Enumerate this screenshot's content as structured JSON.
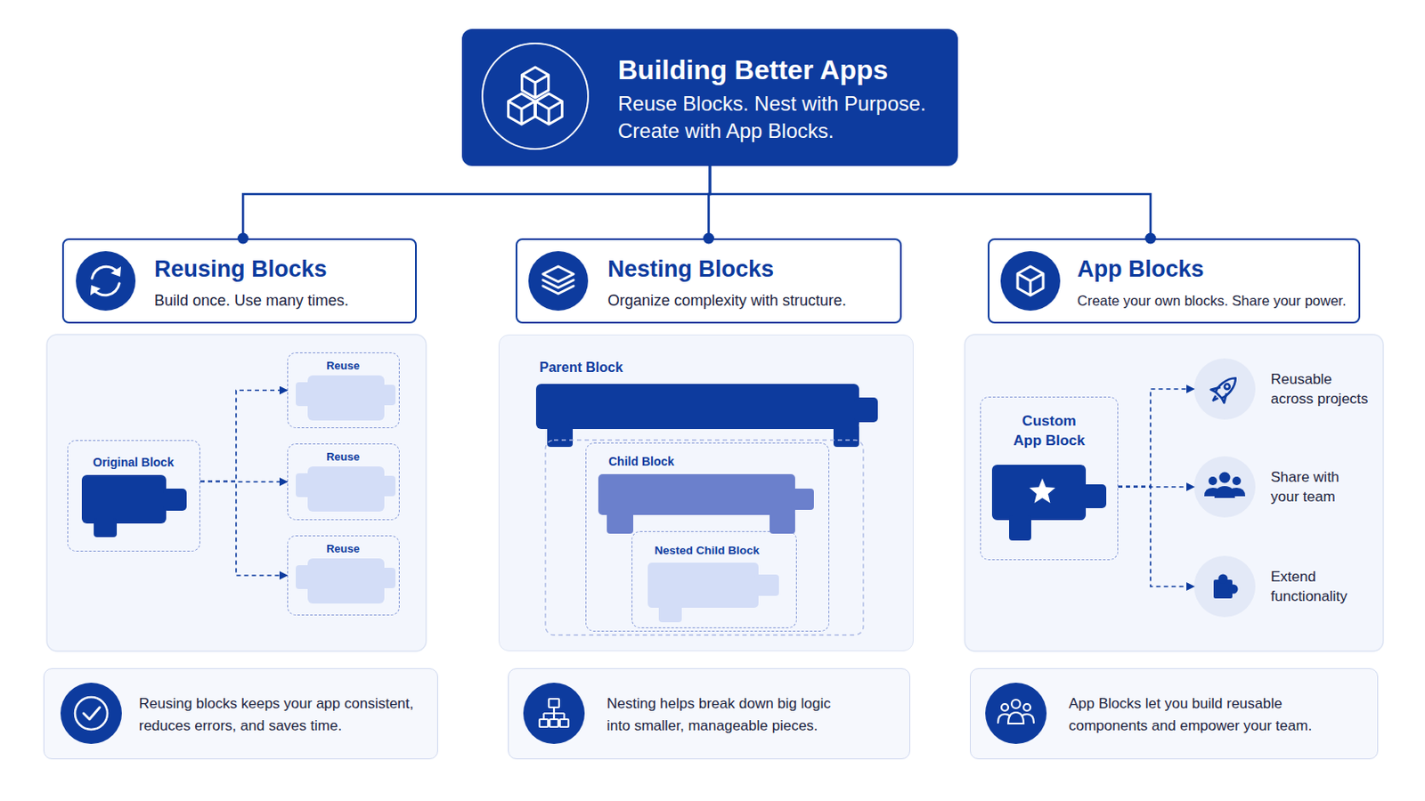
{
  "diagram": {
    "nodes": [
      {
        "text": [
          "Building Better Apps",
          "Reuse Blocks. Nest with Purpose. Create with App Blocks."
        ]
      },
      {
        "text": [
          "Reusing Blocks",
          "Build once. Use many times."
        ]
      },
      {
        "text": [
          "Nesting Blocks",
          "Organize complexity with structure."
        ]
      },
      {
        "text": [
          "App Blocks",
          "Create your own blocks. Share your power."
        ]
      },
      {
        "text": [
          "Original Block"
        ]
      },
      {
        "text": [
          "Reuse"
        ]
      },
      {
        "text": [
          "Reuse"
        ]
      },
      {
        "text": [
          "Reuse"
        ]
      },
      {
        "text": [
          "Parent Block"
        ]
      },
      {
        "text": [
          "Child Block"
        ],
        "in": 8
      },
      {
        "text": [
          "Nested Child Block"
        ],
        "in": 9
      },
      {
        "text": [
          "Custom App Block"
        ]
      },
      {
        "text": [
          "Reusable across projects"
        ]
      },
      {
        "text": [
          "Share with your team"
        ]
      },
      {
        "text": [
          "Extend functionality"
        ]
      },
      {
        "text": [
          "Reusing blocks keeps your app consistent, reduces errors, and saves time."
        ]
      },
      {
        "text": [
          "Nesting helps break down big logic into smaller, manageable pieces."
        ]
      },
      {
        "text": [
          "App Blocks let you build reusable components and empower your team."
        ]
      }
    ],
    "edges": [
      {
        "from": 0,
        "to": 1,
        "arrow": "none"
      },
      {
        "from": 0,
        "to": 2,
        "arrow": "none"
      },
      {
        "from": 0,
        "to": 3,
        "arrow": "none"
      },
      {
        "from": 4,
        "to": 5,
        "arrow": "to"
      },
      {
        "from": 4,
        "to": 6,
        "arrow": "to"
      },
      {
        "from": 4,
        "to": 7,
        "arrow": "to"
      },
      {
        "from": 11,
        "to": 12,
        "arrow": "to"
      },
      {
        "from": 11,
        "to": 13,
        "arrow": "to"
      },
      {
        "from": 11,
        "to": 14,
        "arrow": "to"
      }
    ]
  }
}
